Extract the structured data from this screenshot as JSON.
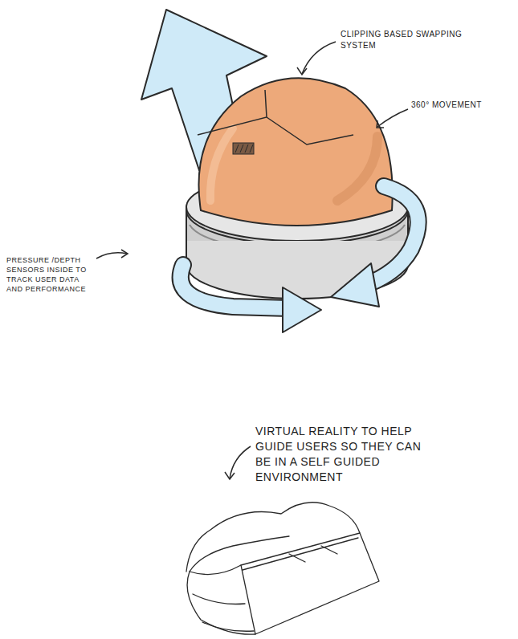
{
  "diagram": {
    "labels": [
      "CLIPPING BASED SWAPPING SYSTEM",
      "360° MOVEMENT",
      "PRESSURE /DEPTH SENSORS INSIDE TO TRACK USER DATA AND PERFORMANCE",
      "VIRTUAL REALITY TO HELP GUIDE USERS SO THEY CAN BE IN A SELF GUIDED ENVIRONMENT"
    ]
  }
}
